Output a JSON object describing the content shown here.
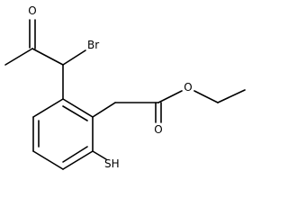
{
  "molecule": {
    "atoms": {
      "carbonyl_oxygen": "O",
      "bromine": "Br",
      "ester_carbonyl_oxygen": "O",
      "ester_oxygen": "O",
      "thiol": "SH"
    },
    "colors": {
      "bond": "#000000",
      "label": "#000000",
      "background": "#ffffff"
    }
  }
}
